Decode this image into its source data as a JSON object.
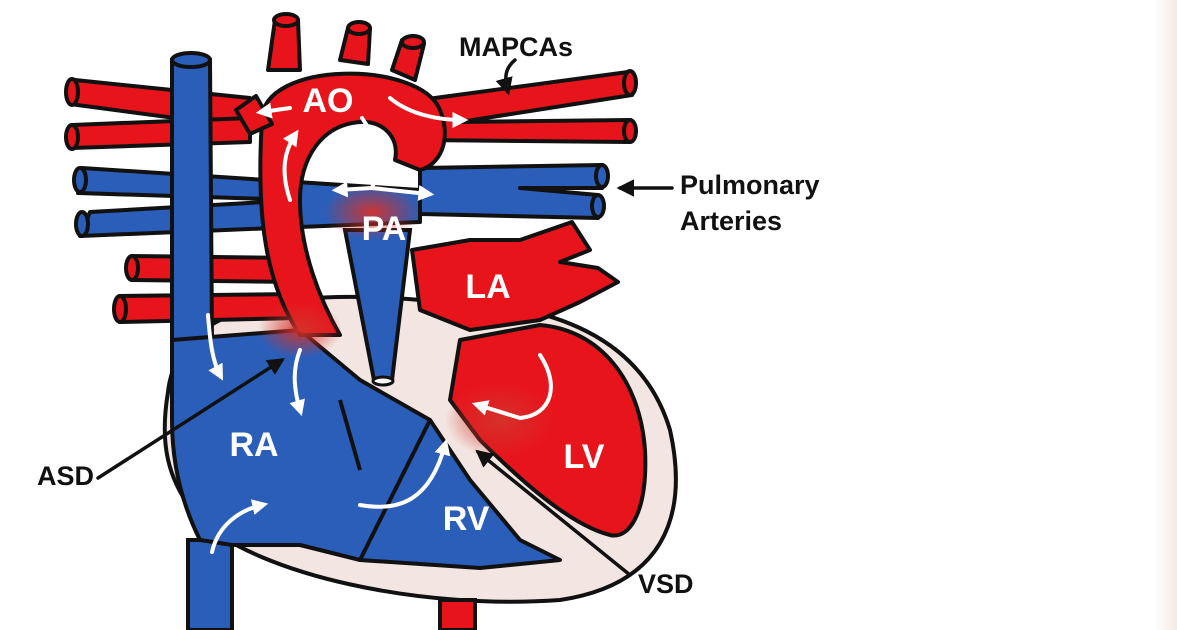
{
  "colors": {
    "oxygenated": "#e8141c",
    "deoxygenated": "#2b5eb8",
    "outline": "#111111",
    "pericardium": "#f3e6e2",
    "flow_arrow": "#ffffff"
  },
  "chambers": {
    "ao": "AO",
    "pa": "PA",
    "la": "LA",
    "ra": "RA",
    "rv": "RV",
    "lv": "LV"
  },
  "callouts": {
    "mapcas": "MAPCAs",
    "pulmonary_line1": "Pulmonary",
    "pulmonary_line2": "Arteries",
    "asd": "ASD",
    "vsd": "VSD"
  }
}
